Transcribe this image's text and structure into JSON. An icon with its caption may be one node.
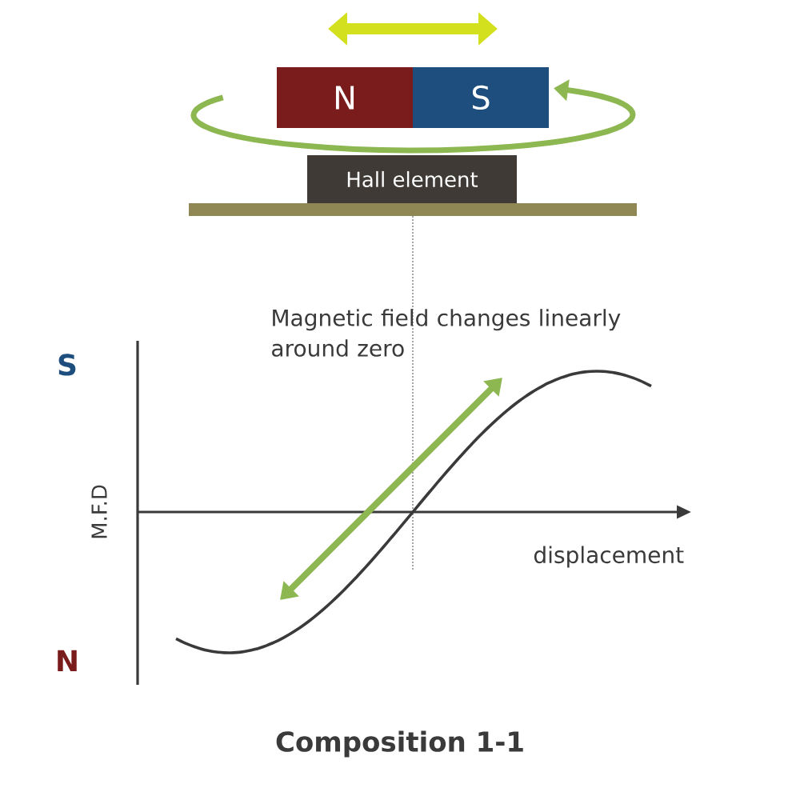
{
  "diagram": {
    "caption": "Composition 1-1",
    "nodes": [
      {
        "text": [
          "N"
        ]
      },
      {
        "text": [
          "S"
        ]
      },
      {
        "text": [
          "Hall element"
        ]
      }
    ],
    "labels": [
      "Magnetic field changes linearly around zero",
      "S",
      "N",
      "M.F.D",
      "displacement"
    ]
  }
}
